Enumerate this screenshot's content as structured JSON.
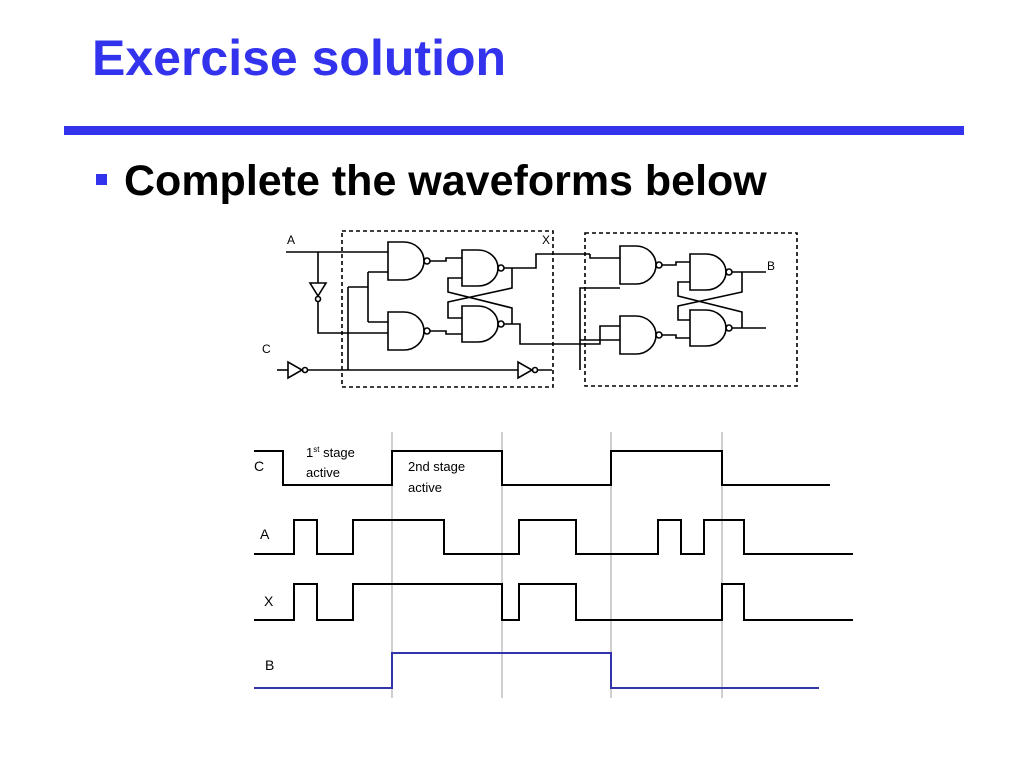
{
  "slide": {
    "title": "Exercise solution",
    "bullet": "Complete the waveforms below"
  },
  "circuit": {
    "labels": {
      "a": "A",
      "c": "C",
      "x": "X",
      "b": "B"
    }
  },
  "timing": {
    "signal_labels": {
      "c": "C",
      "a": "A",
      "x": "X",
      "b": "B"
    },
    "annotations": {
      "stage1_base": "1",
      "stage1_sup": "st",
      "stage1_rest": " stage",
      "stage1_line2": "active",
      "stage2_line1": "2nd stage",
      "stage2_line2": "active"
    }
  },
  "colors": {
    "title": "#3333ee",
    "rule": "#3333ee",
    "bullet": "#3333ee",
    "waveform": "#000000",
    "waveform_b": "#3333aa",
    "guide": "#888888"
  }
}
